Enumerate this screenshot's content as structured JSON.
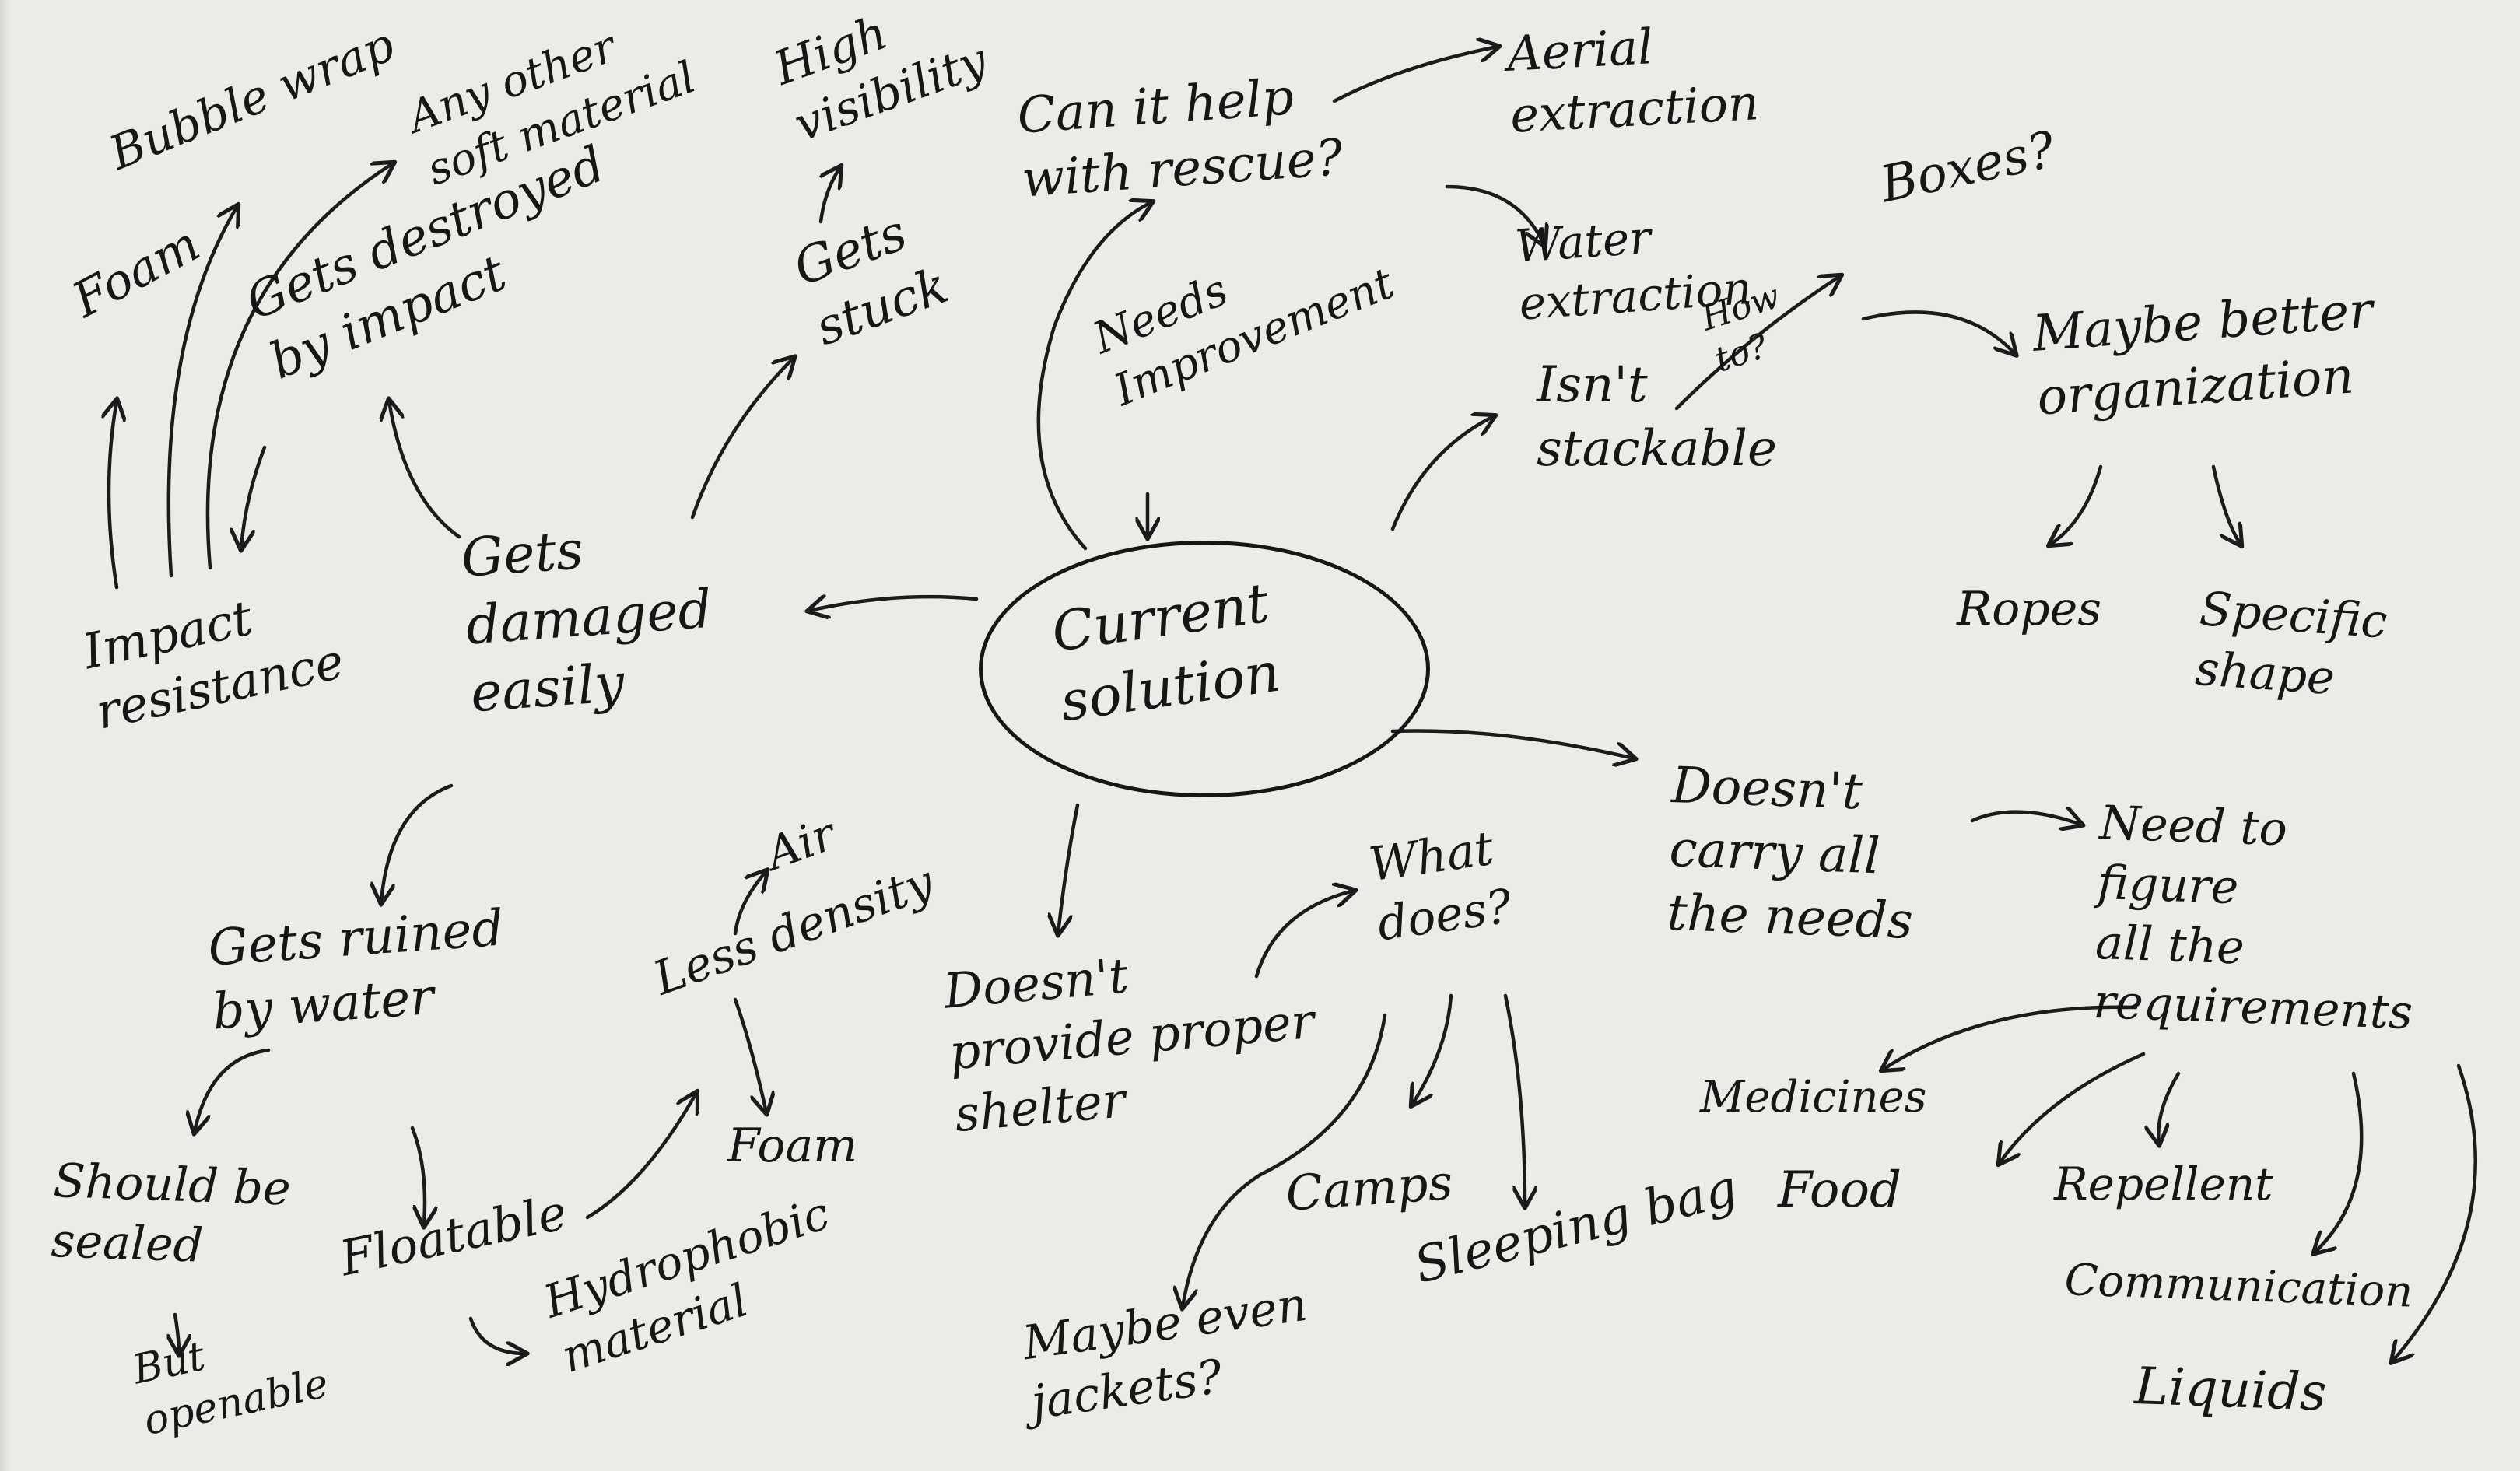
{
  "diagram": {
    "center": {
      "id": "current_solution",
      "label": "Current\nsolution"
    },
    "nodes": [
      {
        "id": "gets_damaged_easily",
        "label": "Gets\ndamaged\neasily"
      },
      {
        "id": "impact_resistance",
        "label": "Impact\nresistance"
      },
      {
        "id": "foam_1",
        "label": "Foam"
      },
      {
        "id": "bubble_wrap",
        "label": "Bubble wrap"
      },
      {
        "id": "any_other_soft_material",
        "label": "Any other\nsoft material"
      },
      {
        "id": "gets_destroyed_by_impact",
        "label": "Gets destroyed\nby impact"
      },
      {
        "id": "gets_stuck",
        "label": "Gets\nstuck"
      },
      {
        "id": "high_visibility",
        "label": "High\nvisibility"
      },
      {
        "id": "gets_ruined_by_water",
        "label": "Gets ruined\nby water"
      },
      {
        "id": "should_be_sealed",
        "label": "Should be\nsealed"
      },
      {
        "id": "but_openable",
        "label": "But\nopenable"
      },
      {
        "id": "floatable",
        "label": "Floatable"
      },
      {
        "id": "hydrophobic_material",
        "label": "Hydrophobic\nmaterial"
      },
      {
        "id": "less_density",
        "label": "Less density"
      },
      {
        "id": "air",
        "label": "Air"
      },
      {
        "id": "foam_2",
        "label": "Foam"
      },
      {
        "id": "needs_improvement",
        "label": "Needs\nImprovement"
      },
      {
        "id": "can_it_help_with_rescue",
        "label": "Can it help\nwith rescue?"
      },
      {
        "id": "aerial_extraction",
        "label": "Aerial\nextraction"
      },
      {
        "id": "water_extraction",
        "label": "Water\nextraction"
      },
      {
        "id": "isnt_stackable",
        "label": "Isn't\nstackable"
      },
      {
        "id": "how_to",
        "label": "How\nto?"
      },
      {
        "id": "boxes",
        "label": "Boxes?"
      },
      {
        "id": "maybe_better_organization",
        "label": "Maybe better\norganization"
      },
      {
        "id": "ropes",
        "label": "Ropes"
      },
      {
        "id": "specific_shape",
        "label": "Specific\nshape"
      },
      {
        "id": "doesnt_provide_proper_shelter",
        "label": "Doesn't\nprovide proper\nshelter"
      },
      {
        "id": "what_does",
        "label": "What\ndoes?"
      },
      {
        "id": "camps",
        "label": "Camps"
      },
      {
        "id": "sleeping_bag",
        "label": "Sleeping bag"
      },
      {
        "id": "maybe_even_jackets",
        "label": "Maybe even\njackets?"
      },
      {
        "id": "doesnt_carry_all_the_needs",
        "label": "Doesn't\ncarry all\nthe needs"
      },
      {
        "id": "need_to_figure_all_the_requirements",
        "label": "Need to\nfigure\nall the\nrequirements"
      },
      {
        "id": "medicines",
        "label": "Medicines"
      },
      {
        "id": "food",
        "label": "Food"
      },
      {
        "id": "repellent",
        "label": "Repellent"
      },
      {
        "id": "communication",
        "label": "Communication"
      },
      {
        "id": "liquids",
        "label": "Liquids"
      }
    ],
    "edges": [
      {
        "from": "current_solution",
        "to": "gets_damaged_easily"
      },
      {
        "from": "gets_damaged_easily",
        "to": "gets_destroyed_by_impact"
      },
      {
        "from": "gets_damaged_easily",
        "to": "gets_stuck"
      },
      {
        "from": "gets_damaged_easily",
        "to": "gets_ruined_by_water"
      },
      {
        "from": "impact_resistance",
        "to": "foam_1"
      },
      {
        "from": "impact_resistance",
        "to": "bubble_wrap"
      },
      {
        "from": "impact_resistance",
        "to": "any_other_soft_material"
      },
      {
        "from": "gets_destroyed_by_impact",
        "to": "impact_resistance"
      },
      {
        "from": "gets_stuck",
        "to": "high_visibility"
      },
      {
        "from": "gets_ruined_by_water",
        "to": "should_be_sealed"
      },
      {
        "from": "gets_ruined_by_water",
        "to": "floatable"
      },
      {
        "from": "should_be_sealed",
        "to": "but_openable"
      },
      {
        "from": "floatable",
        "to": "hydrophobic_material"
      },
      {
        "from": "floatable",
        "to": "less_density"
      },
      {
        "from": "less_density",
        "to": "air"
      },
      {
        "from": "less_density",
        "to": "foam_2"
      },
      {
        "from": "current_solution",
        "to": "can_it_help_with_rescue"
      },
      {
        "from": "needs_improvement",
        "to": "current_solution"
      },
      {
        "from": "can_it_help_with_rescue",
        "to": "aerial_extraction"
      },
      {
        "from": "can_it_help_with_rescue",
        "to": "water_extraction"
      },
      {
        "from": "current_solution",
        "to": "isnt_stackable"
      },
      {
        "from": "isnt_stackable",
        "to": "boxes"
      },
      {
        "from": "how_to",
        "to": "maybe_better_organization"
      },
      {
        "from": "maybe_better_organization",
        "to": "ropes"
      },
      {
        "from": "maybe_better_organization",
        "to": "specific_shape"
      },
      {
        "from": "current_solution",
        "to": "doesnt_provide_proper_shelter"
      },
      {
        "from": "doesnt_provide_proper_shelter",
        "to": "what_does"
      },
      {
        "from": "what_does",
        "to": "camps"
      },
      {
        "from": "what_does",
        "to": "sleeping_bag"
      },
      {
        "from": "what_does",
        "to": "maybe_even_jackets"
      },
      {
        "from": "current_solution",
        "to": "doesnt_carry_all_the_needs"
      },
      {
        "from": "doesnt_carry_all_the_needs",
        "to": "need_to_figure_all_the_requirements"
      },
      {
        "from": "need_to_figure_all_the_requirements",
        "to": "medicines"
      },
      {
        "from": "need_to_figure_all_the_requirements",
        "to": "food"
      },
      {
        "from": "need_to_figure_all_the_requirements",
        "to": "repellent"
      },
      {
        "from": "need_to_figure_all_the_requirements",
        "to": "communication"
      },
      {
        "from": "need_to_figure_all_the_requirements",
        "to": "liquids"
      }
    ]
  }
}
